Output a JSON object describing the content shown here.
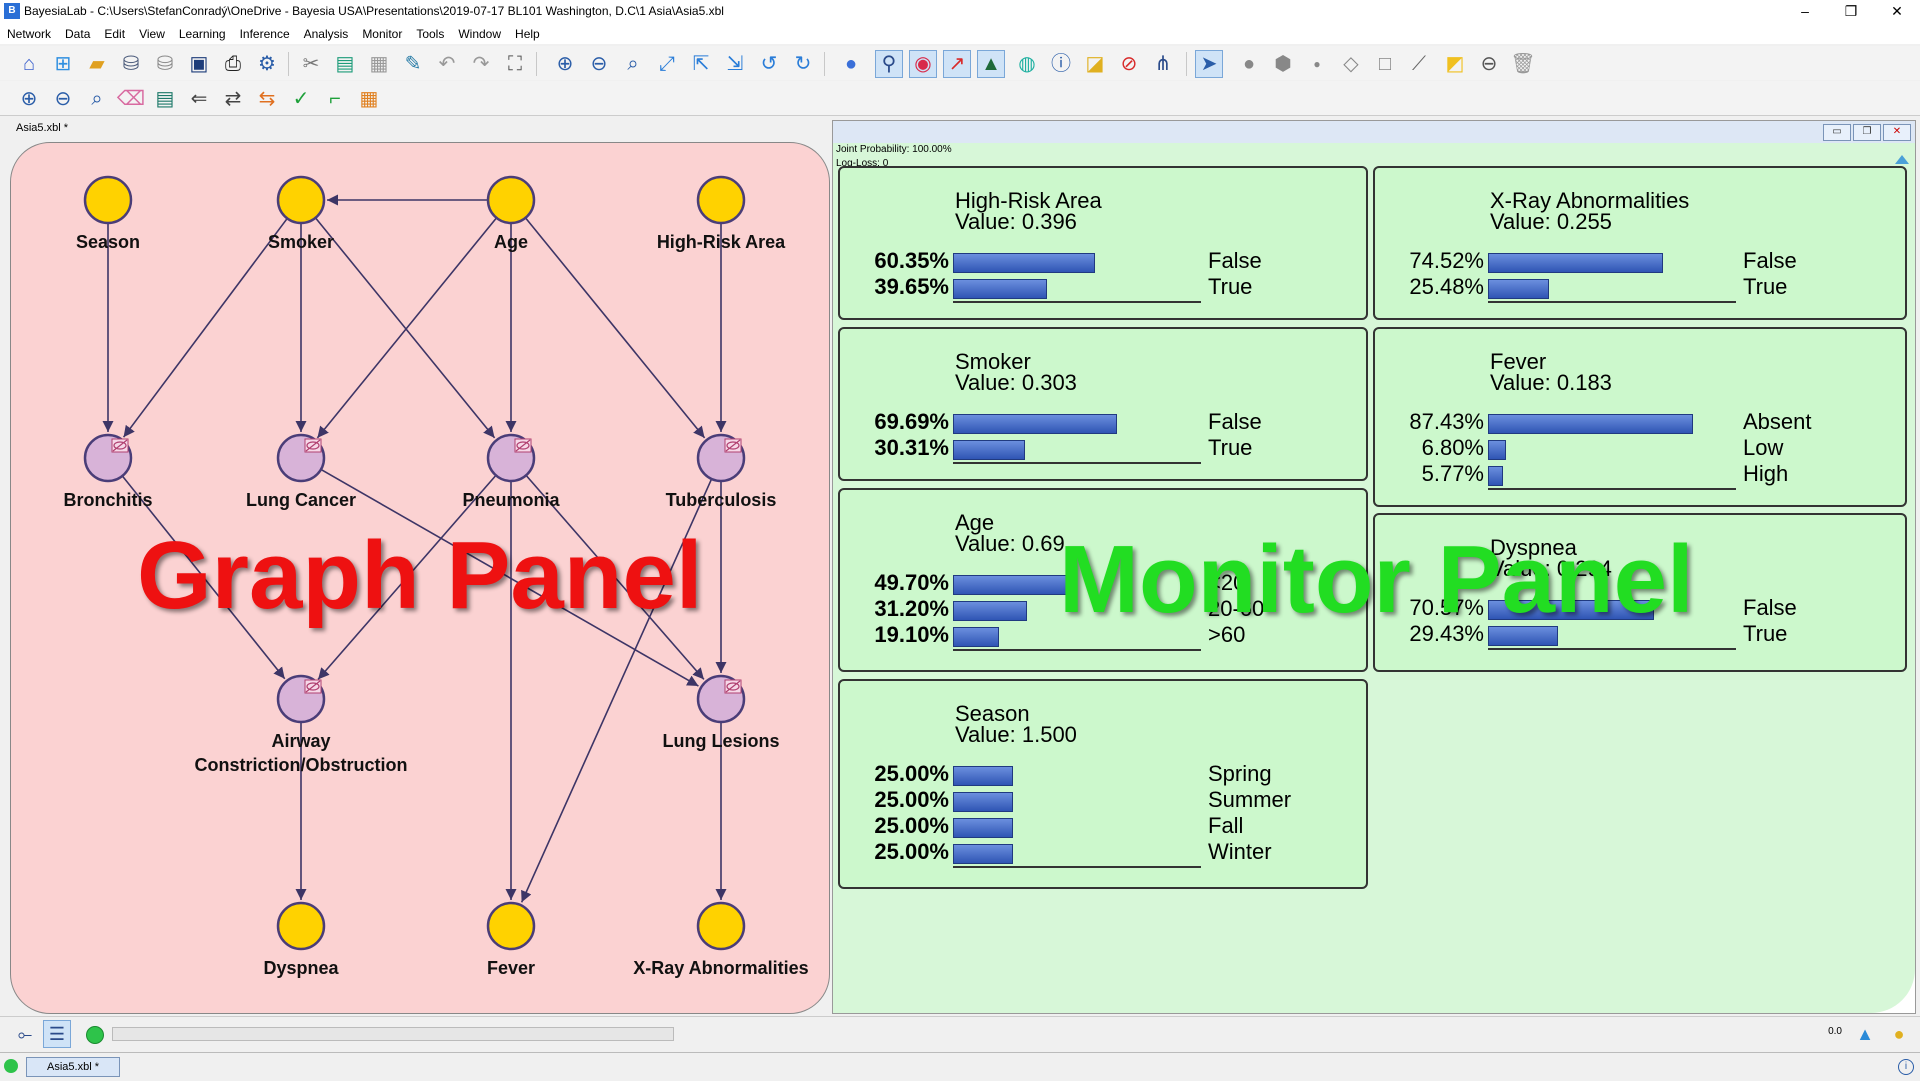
{
  "window": {
    "title": "BayesiaLab - C:\\Users\\StefanConradý\\OneDrive - Bayesia USA\\Presentations\\2019-07-17 BL101 Washington, D.C\\1 Asia\\Asia5.xbl",
    "minimize": "–",
    "restore": "❐",
    "close": "✕"
  },
  "menu": [
    "Network",
    "Data",
    "Edit",
    "View",
    "Learning",
    "Inference",
    "Analysis",
    "Monitor",
    "Tools",
    "Window",
    "Help"
  ],
  "document_tab": "Asia5.xbl *",
  "graph": {
    "overlay_label": "Graph Panel",
    "overlay_color": "#ee1111",
    "nodes": [
      {
        "id": "season",
        "label": "Season",
        "kind": "root"
      },
      {
        "id": "smoker",
        "label": "Smoker",
        "kind": "root"
      },
      {
        "id": "age",
        "label": "Age",
        "kind": "root"
      },
      {
        "id": "hra",
        "label": "High-Risk Area",
        "kind": "root"
      },
      {
        "id": "bronchitis",
        "label": "Bronchitis",
        "kind": "hidden"
      },
      {
        "id": "lungcancer",
        "label": "Lung Cancer",
        "kind": "hidden"
      },
      {
        "id": "pneumonia",
        "label": "Pneumonia",
        "kind": "hidden"
      },
      {
        "id": "tuberculosis",
        "label": "Tuberculosis",
        "kind": "hidden"
      },
      {
        "id": "airway",
        "label": [
          "Airway",
          "Constriction/Obstruction"
        ],
        "kind": "hidden"
      },
      {
        "id": "lunglesions",
        "label": "Lung Lesions",
        "kind": "hidden"
      },
      {
        "id": "dyspnea",
        "label": "Dyspnea",
        "kind": "observed"
      },
      {
        "id": "fever",
        "label": "Fever",
        "kind": "observed"
      },
      {
        "id": "xray",
        "label": "X-Ray Abnormalities",
        "kind": "observed"
      }
    ],
    "edges": [
      [
        "age",
        "smoker"
      ],
      [
        "season",
        "bronchitis"
      ],
      [
        "smoker",
        "bronchitis"
      ],
      [
        "smoker",
        "lungcancer"
      ],
      [
        "smoker",
        "pneumonia"
      ],
      [
        "age",
        "lungcancer"
      ],
      [
        "age",
        "pneumonia"
      ],
      [
        "age",
        "tuberculosis"
      ],
      [
        "hra",
        "tuberculosis"
      ],
      [
        "bronchitis",
        "airway"
      ],
      [
        "lungcancer",
        "lunglesions"
      ],
      [
        "pneumonia",
        "airway"
      ],
      [
        "pneumonia",
        "lunglesions"
      ],
      [
        "pneumonia",
        "fever"
      ],
      [
        "tuberculosis",
        "lunglesions"
      ],
      [
        "tuberculosis",
        "fever"
      ],
      [
        "airway",
        "dyspnea"
      ],
      [
        "lunglesions",
        "xray"
      ]
    ],
    "colors": {
      "root_fill": "#ffd200",
      "hidden_fill": "#d8b3d8",
      "node_stroke": "#4a3d78",
      "edge": "#3d3566"
    }
  },
  "monitor": {
    "overlay_label": "Monitor Panel",
    "overlay_color": "#22dd22",
    "joint_probability": "Joint Probability: 100.00%",
    "log_loss": "Log-Loss: 0",
    "cards": [
      {
        "name": "High-Risk Area",
        "value": "Value: 0.396",
        "bold": true,
        "states": [
          {
            "pct": "60.35%",
            "p": 0.6035,
            "label": "False"
          },
          {
            "pct": "39.65%",
            "p": 0.3965,
            "label": "True"
          }
        ]
      },
      {
        "name": "X-Ray Abnormalities",
        "value": "Value: 0.255",
        "bold": false,
        "states": [
          {
            "pct": "74.52%",
            "p": 0.7452,
            "label": "False"
          },
          {
            "pct": "25.48%",
            "p": 0.2548,
            "label": "True"
          }
        ]
      },
      {
        "name": "Smoker",
        "value": "Value: 0.303",
        "bold": true,
        "states": [
          {
            "pct": "69.69%",
            "p": 0.6969,
            "label": "False"
          },
          {
            "pct": "30.31%",
            "p": 0.3031,
            "label": "True"
          }
        ]
      },
      {
        "name": "Fever",
        "value": "Value: 0.183",
        "bold": false,
        "states": [
          {
            "pct": "87.43%",
            "p": 0.8743,
            "label": "Absent"
          },
          {
            "pct": "6.80%",
            "p": 0.068,
            "label": "Low"
          },
          {
            "pct": "5.77%",
            "p": 0.0577,
            "label": "High"
          }
        ]
      },
      {
        "name": "Age",
        "value": "Value: 0.69",
        "bold": true,
        "states": [
          {
            "pct": "49.70%",
            "p": 0.497,
            "label": "<20"
          },
          {
            "pct": "31.20%",
            "p": 0.312,
            "label": "20-60"
          },
          {
            "pct": "19.10%",
            "p": 0.191,
            "label": ">60"
          }
        ]
      },
      {
        "name": "Dyspnea",
        "value": "Value: 0.294",
        "bold": false,
        "states": [
          {
            "pct": "70.57%",
            "p": 0.7057,
            "label": "False"
          },
          {
            "pct": "29.43%",
            "p": 0.2943,
            "label": "True"
          }
        ]
      },
      {
        "name": "Season",
        "value": "Value: 1.500",
        "bold": true,
        "states": [
          {
            "pct": "25.00%",
            "p": 0.25,
            "label": "Spring"
          },
          {
            "pct": "25.00%",
            "p": 0.25,
            "label": "Summer"
          },
          {
            "pct": "25.00%",
            "p": 0.25,
            "label": "Fall"
          },
          {
            "pct": "25.00%",
            "p": 0.25,
            "label": "Winter"
          }
        ]
      }
    ]
  },
  "status": {
    "zoom_readout": "0.0",
    "tab": "Asia5.xbl *"
  }
}
